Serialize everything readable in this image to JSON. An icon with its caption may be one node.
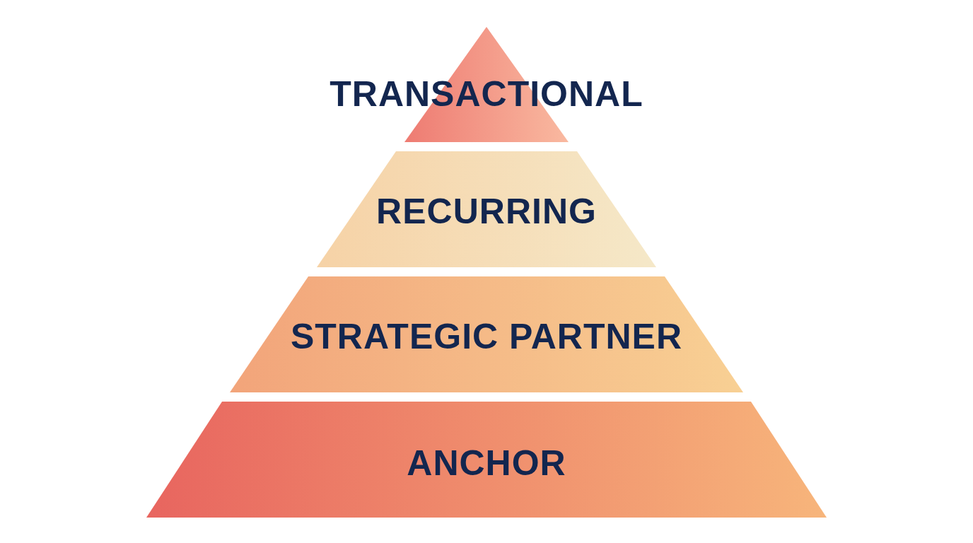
{
  "diagram": {
    "nodes": [
      {
        "text": [
          "TRANSACTIONAL"
        ]
      },
      {
        "text": [
          "RECURRING"
        ]
      },
      {
        "text": [
          "STRATEGIC PARTNER"
        ]
      },
      {
        "text": [
          "ANCHOR"
        ]
      }
    ]
  }
}
